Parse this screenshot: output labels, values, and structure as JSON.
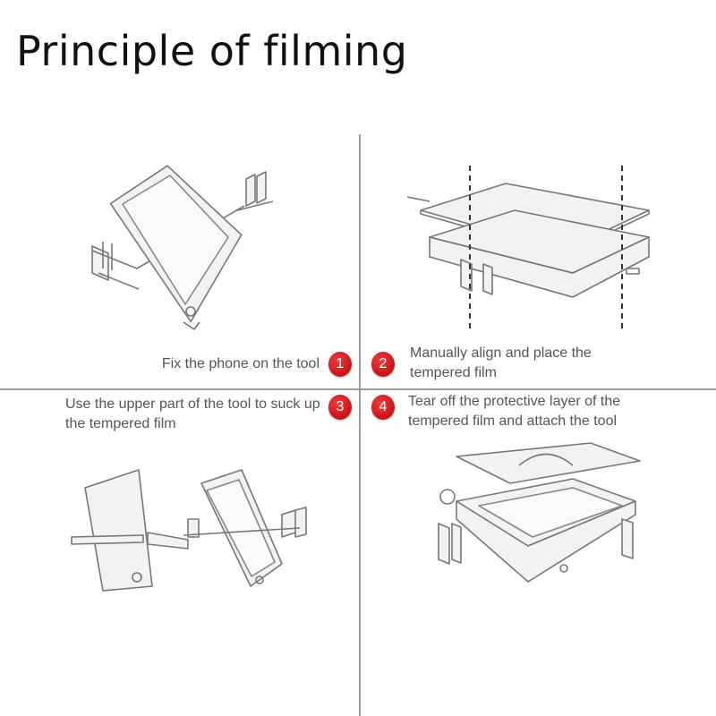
{
  "title": "Principle of filming",
  "steps": [
    {
      "number": "1",
      "text": "Fix the phone on the tool"
    },
    {
      "number": "2",
      "text": "Manually align and place the tempered film"
    },
    {
      "number": "3",
      "text": "Use the upper part of the tool to suck up the tempered film"
    },
    {
      "number": "4",
      "text": "Tear off the protective layer of the tempered film and attach the tool"
    }
  ],
  "colors": {
    "badge": "#d21a1f",
    "divider": "#9a9a9a",
    "text": "#555555"
  }
}
